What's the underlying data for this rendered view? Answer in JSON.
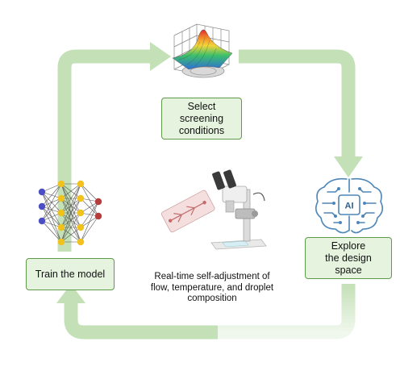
{
  "steps": {
    "select": {
      "lines": [
        "Select",
        "screening",
        "conditions"
      ]
    },
    "explore": {
      "lines": [
        "Explore",
        "the design",
        "space"
      ]
    },
    "train": {
      "label": "Train the model"
    }
  },
  "caption": {
    "lines": [
      "Real-time self-adjustment of",
      "flow, temperature, and droplet",
      "composition"
    ]
  },
  "ai_badge": "AI",
  "colors": {
    "arrow": "#c3e0b6",
    "box_fill": "#e5f3df",
    "box_border": "#5f9a4a",
    "node_blue": "#4b4fc3",
    "node_yellow": "#f2c21c",
    "node_red": "#b73c3c",
    "brain": "#4f86b8"
  }
}
